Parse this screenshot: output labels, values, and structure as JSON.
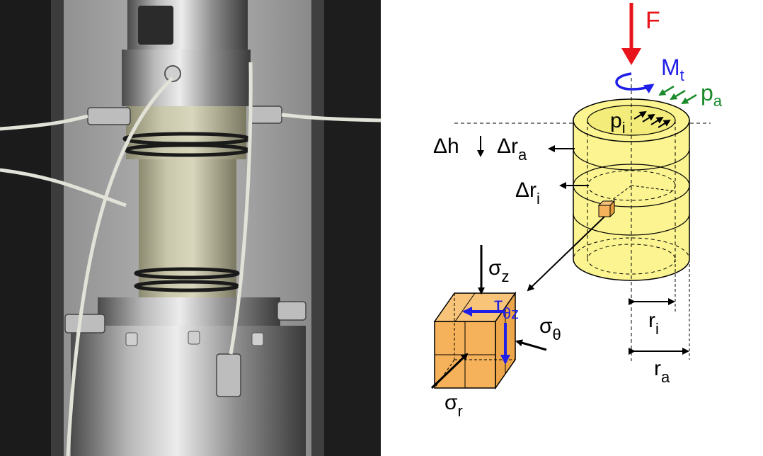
{
  "photo": {
    "subject": "hollow-cylinder-test-rig"
  },
  "diagram": {
    "labels": {
      "force": "F",
      "moment": "M",
      "moment_sub": "t",
      "outer_pressure": "p",
      "outer_pressure_sub": "a",
      "inner_pressure": "p",
      "inner_pressure_sub": "i",
      "delta_h": "Δh",
      "delta_ra": "Δr",
      "delta_ra_sub": "a",
      "delta_ri": "Δr",
      "delta_ri_sub": "i",
      "sigma_z": "σ",
      "sigma_z_sub": "z",
      "sigma_theta": "σ",
      "sigma_theta_sub": "θ",
      "sigma_r": "σ",
      "sigma_r_sub": "r",
      "tau": "τ",
      "tau_sub": "θz",
      "r_i": "r",
      "r_i_sub": "i",
      "r_a": "r",
      "r_a_sub": "a"
    },
    "colors": {
      "force": "#e8141b",
      "moment": "#1f1fe8",
      "pressure_outer": "#1a8a2a",
      "cylinder_fill": "#fbf491",
      "element_fill": "#f6b25a",
      "tau": "#1f1fe8"
    }
  }
}
